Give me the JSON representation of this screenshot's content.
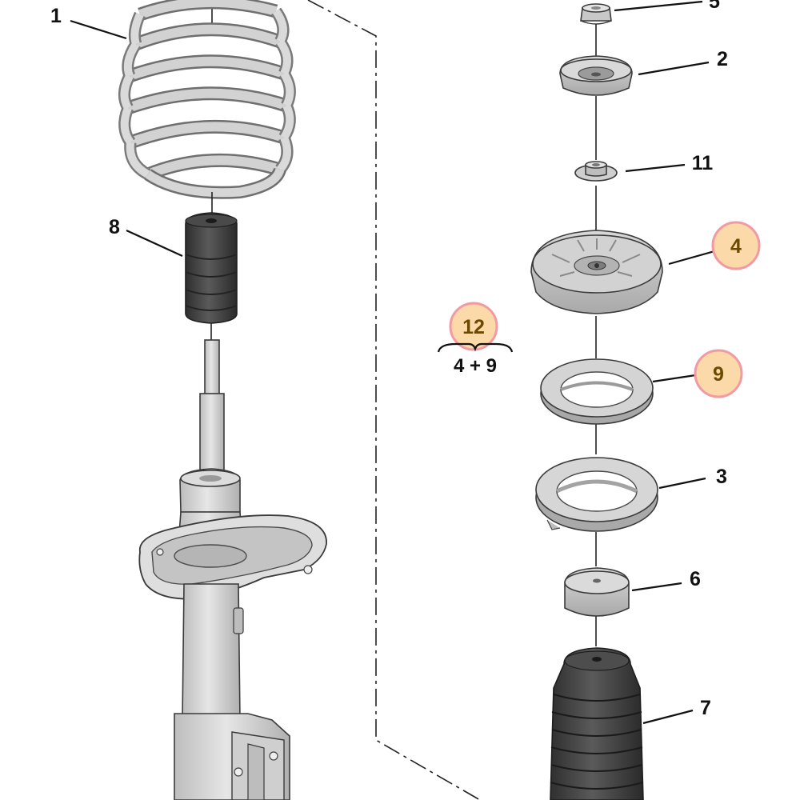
{
  "parts": {
    "p1": "1",
    "p2": "2",
    "p3": "3",
    "p4": "4",
    "p5": "5",
    "p6": "6",
    "p7": "7",
    "p8": "8",
    "p9": "9",
    "p11": "11",
    "p12": "12"
  },
  "group_formula": "4 + 9",
  "colors": {
    "highlight_fill": "#fbd9a8",
    "highlight_stroke": "#f29aa3",
    "part_gray": "#c9c9c9",
    "rubber_dark": "#3d3d3d"
  }
}
